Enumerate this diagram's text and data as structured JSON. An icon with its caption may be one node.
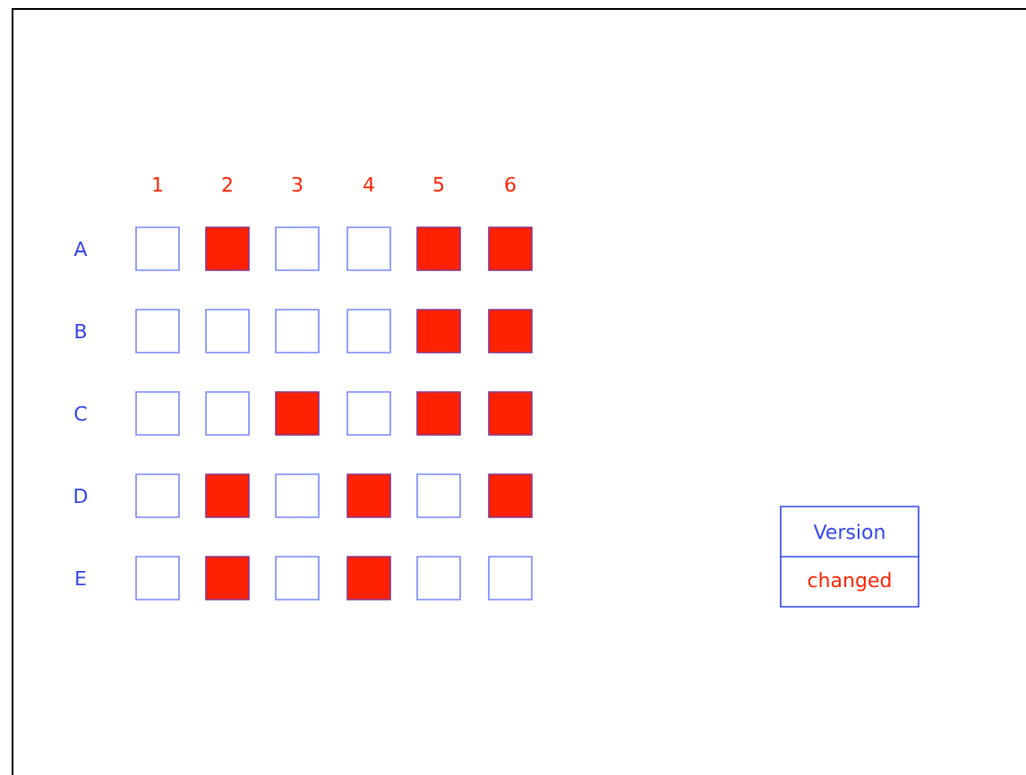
{
  "diagram": {
    "nodes": [
      {
        "text": [],
        "shape": "box"
      },
      {
        "text": [],
        "shape": "block"
      },
      {
        "text": [],
        "shape": "box"
      },
      {
        "text": [],
        "shape": "box"
      },
      {
        "text": [],
        "shape": "block"
      },
      {
        "text": [],
        "shape": "block"
      },
      {
        "text": [],
        "shape": "box"
      },
      {
        "text": [],
        "shape": "box"
      },
      {
        "text": [],
        "shape": "box"
      },
      {
        "text": [],
        "shape": "box"
      },
      {
        "text": [],
        "shape": "block"
      },
      {
        "text": [],
        "shape": "block"
      },
      {
        "text": [],
        "shape": "box"
      },
      {
        "text": [],
        "shape": "box"
      },
      {
        "text": [],
        "shape": "block"
      },
      {
        "text": [],
        "shape": "box"
      },
      {
        "text": [],
        "shape": "block"
      },
      {
        "text": [],
        "shape": "block"
      },
      {
        "text": [],
        "shape": "box"
      },
      {
        "text": [],
        "shape": "block"
      },
      {
        "text": [],
        "shape": "box"
      },
      {
        "text": [],
        "shape": "block"
      },
      {
        "text": [],
        "shape": "box"
      },
      {
        "text": [],
        "shape": "block"
      },
      {
        "text": [],
        "shape": "box"
      },
      {
        "text": [],
        "shape": "block"
      },
      {
        "text": [],
        "shape": "box"
      },
      {
        "text": [],
        "shape": "block"
      },
      {
        "text": [],
        "shape": "box"
      },
      {
        "text": [],
        "shape": "box"
      },
      {
        "text": [
          "Version",
          "changed"
        ]
      }
    ],
    "labels": [
      "1",
      "2",
      "3",
      "4",
      "5",
      "6",
      "A",
      "B",
      "C",
      "D",
      "E"
    ]
  }
}
